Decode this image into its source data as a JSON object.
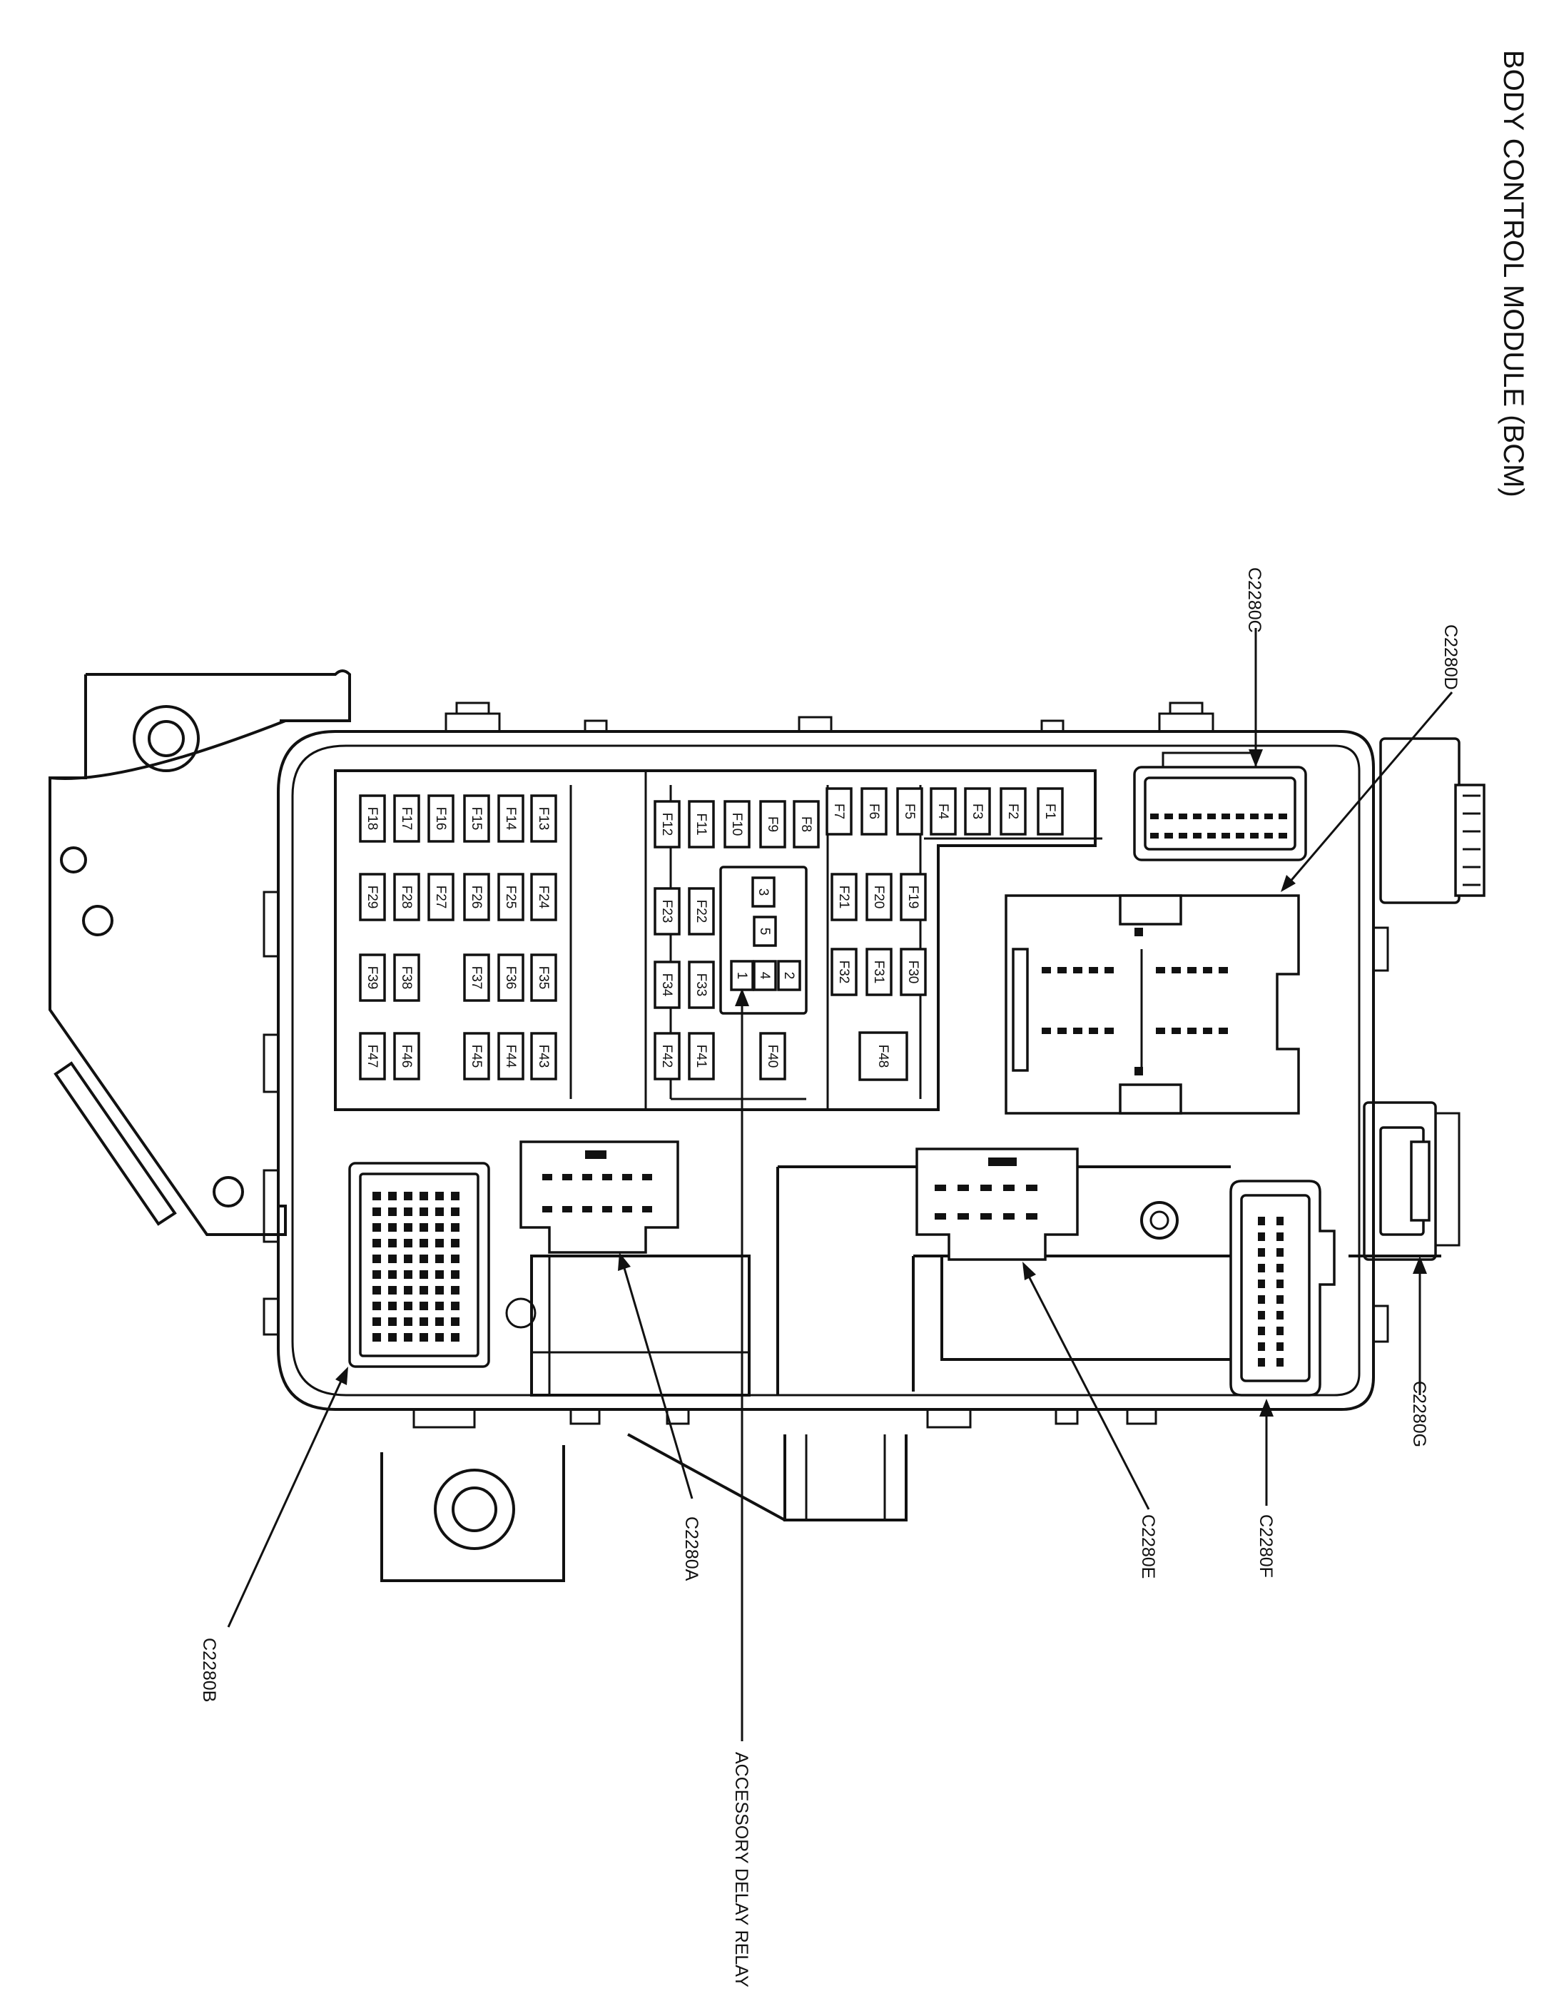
{
  "title": "BODY CONTROL MODULE (BCM)",
  "callouts": {
    "c2280a": "C2280A",
    "c2280b": "C2280B",
    "c2280c": "C2280C",
    "c2280d": "C2280D",
    "c2280e": "C2280E",
    "c2280f": "C2280F",
    "c2280g": "C2280G",
    "relay": "ACCESSORY DELAY RELAY"
  },
  "fuses": [
    "F1",
    "F2",
    "F3",
    "F4",
    "F5",
    "F6",
    "F7",
    "F8",
    "F9",
    "F10",
    "F11",
    "F12",
    "F13",
    "F14",
    "F15",
    "F16",
    "F17",
    "F18",
    "F19",
    "F20",
    "F21",
    "F22",
    "F23",
    "F24",
    "F25",
    "F26",
    "F27",
    "F28",
    "F29",
    "F30",
    "F31",
    "F32",
    "F33",
    "F34",
    "F35",
    "F36",
    "F37",
    "F38",
    "F39",
    "F40",
    "F41",
    "F42",
    "F43",
    "F44",
    "F45",
    "F46",
    "F47",
    "F48"
  ],
  "relay_pins": [
    "1",
    "2",
    "3",
    "4",
    "5"
  ]
}
